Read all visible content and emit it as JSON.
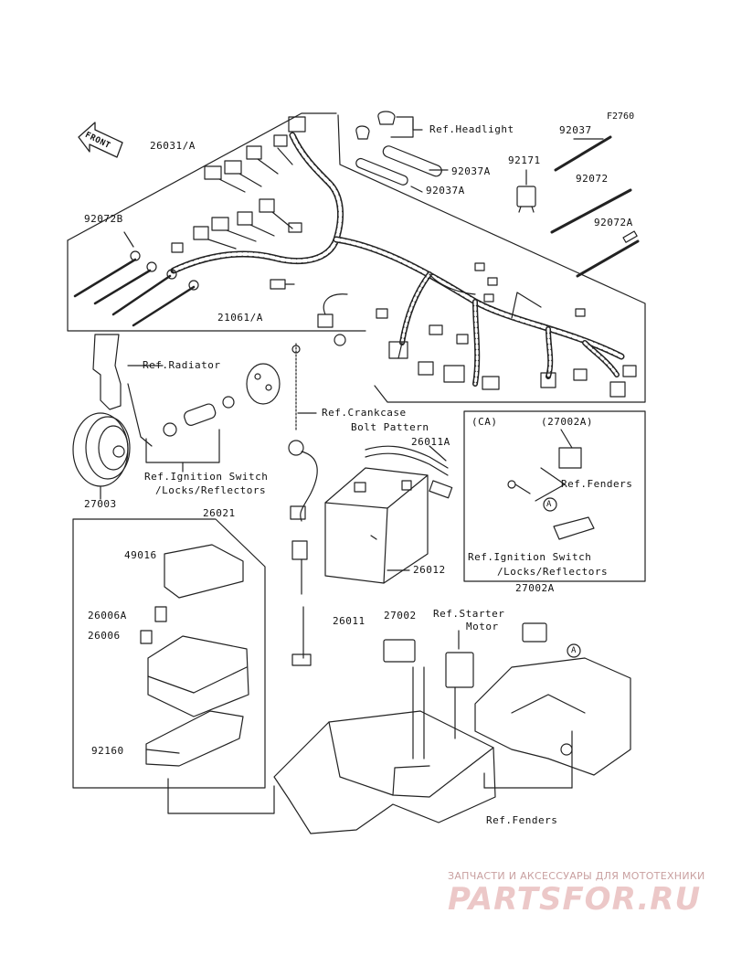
{
  "figure_id": "F2760",
  "front_arrow": "FRONT",
  "labels": {
    "p26031A": "26031/A",
    "ref_headlight": "Ref.Headlight",
    "p92037": "92037",
    "p92171": "92171",
    "p92037A_1": "92037A",
    "p92037A_2": "92037A",
    "p92072": "92072",
    "p92072A": "92072A",
    "p92072B": "92072B",
    "p21061A": "21061/A",
    "ref_radiator": "Ref.Radiator",
    "ref_crankcase_1": "Ref.Crankcase",
    "ref_crankcase_2": "Bolt Pattern",
    "p26011A": "26011A",
    "ca": "(CA)",
    "p27002A_top": "(27002A)",
    "ref_fenders_ca": "Ref.Fenders",
    "ref_ignition_1": "Ref.Ignition Switch",
    "ref_ignition_2": "/Locks/Reflectors",
    "p27003": "27003",
    "p26021": "26021",
    "p49016": "49016",
    "p26012": "26012",
    "ref_ignition_ca_1": "Ref.Ignition Switch",
    "ref_ignition_ca_2": "/Locks/Reflectors",
    "p27002A": "27002A",
    "p26006A": "26006A",
    "p26006": "26006",
    "p26011": "26011",
    "p27002": "27002",
    "ref_starter_1": "Ref.Starter",
    "ref_starter_2": "Motor",
    "marker_a": "A",
    "p92160": "92160",
    "ref_fenders": "Ref.Fenders"
  },
  "watermark": {
    "line1": "ЗАПЧАСТИ И АКСЕССУАРЫ ДЛЯ МОТОТЕХНИКИ",
    "line2": "PARTSFOR.RU"
  }
}
